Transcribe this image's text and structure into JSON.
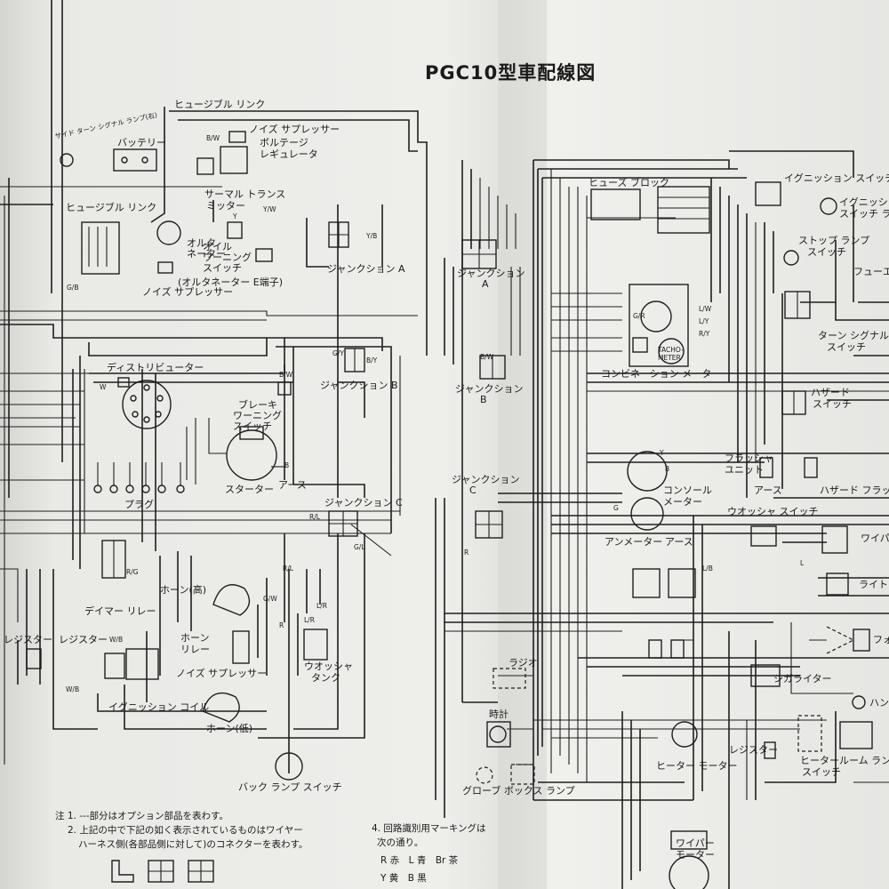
{
  "title": "PGC10型車配線図",
  "labels": {
    "fusible_link_top": "ヒュージブル リンク",
    "side_turn_lamp": "サイド ターン シグナル ランプ(右)",
    "battery": "バッテリー",
    "noise_suppressor_1": "ノイズ サプレッサー",
    "voltage_regulator_1": "ボルテージ",
    "voltage_regulator_2": "レギュレータ",
    "fusible_link_left": "ヒュージブル リンク",
    "thermal_transmitter_1": "サーマル トランス",
    "thermal_transmitter_2": "ミッター",
    "alternator_1": "オルタ",
    "alternator_2": "ネーター",
    "oil_warning_1": "オイル",
    "oil_warning_2": "ワーニング",
    "oil_warning_3": "スイッチ",
    "alternator_terminal": "(オルタネーター E端子)",
    "noise_suppressor_2": "ノイズ サプレッサー",
    "junction_a": "ジャンクション A",
    "distributor": "ディストリビューター",
    "junction_b": "ジャンクション B",
    "brake_warning_1": "ブレーキ",
    "brake_warning_2": "ワーニング",
    "brake_warning_3": "スイッチ",
    "starter": "スターター",
    "earth_1": "アース",
    "plug": "プラグ",
    "junction_c": "ジャンクション C",
    "horn_high": "ホーン(高)",
    "dimmer_relay": "デイマー リレー",
    "horn_relay_1": "ホーン",
    "horn_relay_2": "リレー",
    "resistor_1": "レジスター",
    "resistor_2": "レジスター",
    "noise_suppressor_3": "ノイズ サプレッサー",
    "washer_tank_1": "ウオッシャ",
    "washer_tank_2": "タンク",
    "ignition_coil": "イグニッション コイル",
    "horn_low": "ホーン(低)",
    "back_lamp_switch": "バック ランプ スイッチ",
    "fuse_block": "ヒューズ ブロック",
    "ignition_switch": "イグニッション スイッチ",
    "ignition_switch_lamp_1": "イグニッション",
    "ignition_switch_lamp_2": "スイッチ ランプ",
    "stop_lamp_switch_1": "ストップ ランプ",
    "stop_lamp_switch_2": "スイッチ",
    "fuel_level": "フューエル",
    "junction_a_right_1": "ジャンクション",
    "junction_a_right_2": "A",
    "turn_signal_switch_1": "ターン シグナル",
    "turn_signal_switch_2": "スイッチ",
    "tachometer_1": "TACHO-",
    "tachometer_2": "METER",
    "combination_meter": "コンビネーション メーター",
    "junction_b_right_1": "ジャンクション",
    "junction_b_right_2": "B",
    "hazard_switch_1": "ハザード",
    "hazard_switch_2": "スイッチ",
    "flasher_unit_1": "フラッシャ",
    "flasher_unit_2": "ユニット",
    "earth_2": "アース",
    "hazard_flasher": "ハザード フラッシャ ユ",
    "junction_c_right_1": "ジャンクション",
    "junction_c_right_2": "C",
    "console_meter_1": "コンソール",
    "console_meter_2": "メーター",
    "washer_switch": "ウオッシャ スイッチ",
    "wiper": "ワイパ",
    "ammeter": "アンメーター",
    "earth_3": "アース",
    "light": "ライト",
    "fog": "フォ",
    "radio": "ラジオ",
    "cigar_lighter": "シガライター",
    "clock": "時計",
    "hand": "ハンド",
    "heater_motor": "ヒーター モーター",
    "resistor_3": "レジスター",
    "heater_switch_1": "ヒーター",
    "heater_switch_2": "スイッチ",
    "room_lamp": "ルーム ラン",
    "glove_box_lamp": "グローブ ボックス ランプ",
    "wiper_motor_1": "ワイパー",
    "wiper_motor_2": "モーター"
  },
  "notes": {
    "note_1": "注 1. ---部分はオプション部品を表わす。",
    "note_2a": "2. 上記の中で下記の如く表示されているものはワイヤー",
    "note_2b": "ハーネス側(各部品側に対して)のコネクターを表わす。",
    "note_4a": "4. 回路識別用マーキングは",
    "note_4b": "次の通り。",
    "legend_1": "R 赤　L 青　Br 茶",
    "legend_2": "Y 黄　B 黒"
  },
  "wire_codes": {
    "gb_1": "G/B",
    "yw_1": "Y/W",
    "yb_1": "Y/B",
    "bw_1": "B/W",
    "bw_2": "B/W",
    "gy_1": "G/Y",
    "gr_1": "G/R",
    "lr_1": "L/R",
    "rl_1": "R/L",
    "rl_2": "R/L",
    "rg_1": "R/G",
    "gw_1": "G/W",
    "gl_1": "G/L",
    "wb_1": "W/B",
    "wb_2": "W/B",
    "by_1": "B/Y",
    "lw_1": "L/W",
    "ly_1": "L/Y",
    "ry_1": "R/Y",
    "lb_1": "L/B",
    "y_1": "Y",
    "y_2": "Y",
    "b_1": "B",
    "b_2": "B",
    "r_1": "R",
    "r_2": "R",
    "w_1": "W",
    "g_1": "G",
    "l_1": "L",
    "lr_2": "L/R",
    "bw_3": "B/W"
  }
}
